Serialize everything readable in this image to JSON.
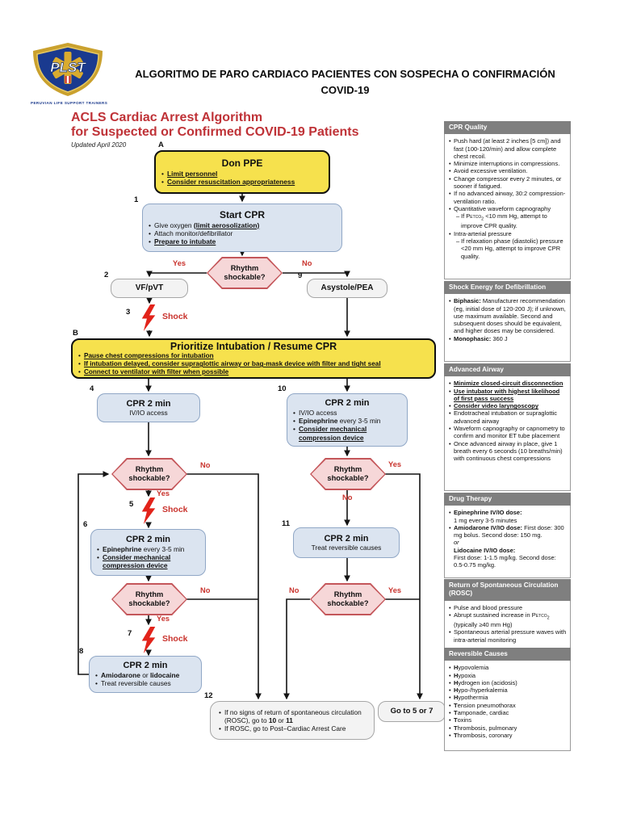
{
  "colors": {
    "accent_red": "#bf3237",
    "box_yellow": "#f6e14d",
    "box_blue": "#dbe4f0",
    "diamond_pink": "#f6d7d8",
    "sidebar_header_gray": "#7f7f7f",
    "logo_blue": "#1a3a8f",
    "logo_gold": "#caa12e"
  },
  "header": {
    "logo": {
      "text": "PLST",
      "subtitle": "PERUVIAN LIFE SUPPORT TRAINERS"
    },
    "title_line1": "ALGORITMO DE PARO CARDIACO PACIENTES CON SOSPECHA O CONFIRMACIÓN",
    "title_line2": "COVID-19"
  },
  "algorithm": {
    "title_line1": "ACLS Cardiac Arrest Algorithm",
    "title_line2": "for Suspected or Confirmed COVID-19 Patients",
    "updated": "Updated April 2020"
  },
  "flow": {
    "yes": "Yes",
    "no": "No",
    "shock": "Shock",
    "rhythm": {
      "line1": "Rhythm",
      "line2": "shockable?"
    },
    "don_ppe": {
      "label": "A",
      "title": "Don PPE",
      "bullets": [
        {
          "seg": [
            [
              "bu",
              "Limit personnel"
            ]
          ]
        },
        {
          "seg": [
            [
              "bu",
              "Consider resuscitation appropriateness"
            ]
          ]
        }
      ]
    },
    "start_cpr": {
      "label": "1",
      "title": "Start CPR",
      "bullets": [
        {
          "seg": [
            [
              "p",
              "Give oxygen "
            ],
            [
              "bu",
              "(limit aerosolization)"
            ]
          ]
        },
        {
          "seg": [
            [
              "p",
              "Attach monitor/defibrillator"
            ]
          ]
        },
        {
          "seg": [
            [
              "bu",
              "Prepare to intubate"
            ]
          ]
        }
      ]
    },
    "vf": {
      "label": "2",
      "title": "VF/pVT"
    },
    "asystole": {
      "label": "9",
      "title": "Asystole/PEA"
    },
    "shock3_label": "3",
    "shock5_label": "5",
    "shock7_label": "7",
    "box_b": {
      "label": "B",
      "title": "Prioritize Intubation / Resume CPR",
      "bullets": [
        {
          "seg": [
            [
              "bu",
              "Pause chest compressions for intubation"
            ]
          ]
        },
        {
          "seg": [
            [
              "bu",
              "If intubation delayed, consider supraglottic airway or bag-mask device with filter and tight seal"
            ]
          ]
        },
        {
          "seg": [
            [
              "bu",
              "Connect to ventilator with filter when possible"
            ]
          ]
        }
      ]
    },
    "box4": {
      "label": "4",
      "title": "CPR 2 min",
      "subtitle": "IV/IO access"
    },
    "box10": {
      "label": "10",
      "title": "CPR 2 min",
      "bullets": [
        {
          "seg": [
            [
              "p",
              "IV/IO access"
            ]
          ]
        },
        {
          "seg": [
            [
              "b",
              "Epinephrine"
            ],
            [
              "p",
              " every 3-5 min"
            ]
          ]
        },
        {
          "seg": [
            [
              "bu",
              "Consider mechanical compression device"
            ]
          ]
        }
      ]
    },
    "box6": {
      "label": "6",
      "title": "CPR 2 min",
      "bullets": [
        {
          "seg": [
            [
              "b",
              "Epinephrine"
            ],
            [
              "p",
              " every 3-5 min"
            ]
          ]
        },
        {
          "seg": [
            [
              "bu",
              "Consider mechanical compression device"
            ]
          ]
        }
      ]
    },
    "box11": {
      "label": "11",
      "title": "CPR 2 min",
      "subtitle": "Treat reversible causes"
    },
    "box8": {
      "label": "8",
      "title": "CPR 2 min",
      "bullets": [
        {
          "seg": [
            [
              "b",
              "Amiodarone"
            ],
            [
              "p",
              " or "
            ],
            [
              "b",
              "lidocaine"
            ]
          ]
        },
        {
          "seg": [
            [
              "p",
              "Treat reversible causes"
            ]
          ]
        }
      ]
    },
    "box12": {
      "label": "12",
      "bullets": [
        {
          "seg": [
            [
              "p",
              "If no signs of return of spontaneous circulation (ROSC), go to "
            ],
            [
              "b",
              "10"
            ],
            [
              "p",
              " or "
            ],
            [
              "b",
              "11"
            ]
          ]
        },
        {
          "seg": [
            [
              "p",
              "If ROSC, go to Post–Cardiac Arrest Care"
            ]
          ]
        }
      ]
    },
    "goto57": {
      "title": "Go to 5 or 7"
    }
  },
  "sidebar": {
    "sections": [
      {
        "title": "CPR Quality",
        "items": [
          {
            "seg": [
              [
                "p",
                "Push hard (at least 2 inches [5 cm]) and fast (100-120/min) and allow complete chest recoil."
              ]
            ]
          },
          {
            "seg": [
              [
                "p",
                "Minimize interruptions in compressions."
              ]
            ]
          },
          {
            "seg": [
              [
                "p",
                "Avoid excessive ventilation."
              ]
            ]
          },
          {
            "seg": [
              [
                "p",
                "Change compressor every 2 minutes, or sooner if fatigued."
              ]
            ]
          },
          {
            "seg": [
              [
                "p",
                "If no advanced airway, 30:2 compression-ventilation ratio."
              ]
            ]
          },
          {
            "seg": [
              [
                "p",
                "Quantitative waveform capnography"
              ]
            ]
          },
          {
            "m": "–",
            "ind": 1,
            "seg": [
              [
                "p",
                "If "
              ],
              [
                "sc",
                "Petco"
              ],
              [
                "sub",
                "2"
              ],
              [
                "p",
                " <10 mm Hg, attempt to improve CPR quality."
              ]
            ]
          },
          {
            "seg": [
              [
                "p",
                "Intra-arterial pressure"
              ]
            ]
          },
          {
            "m": "–",
            "ind": 1,
            "seg": [
              [
                "p",
                "If relaxation phase (diastolic) pressure <20 mm Hg, attempt to improve CPR quality."
              ]
            ]
          }
        ]
      },
      {
        "title": "Shock Energy for Defibrillation",
        "items": [
          {
            "seg": [
              [
                "b",
                "Biphasic:"
              ],
              [
                "p",
                " Manufacturer recommendation (eg, initial dose of 120-200 J); if unknown, use maximum available. Second and subsequent doses should be equivalent, and higher doses may be considered."
              ]
            ]
          },
          {
            "seg": [
              [
                "b",
                "Monophasic:"
              ],
              [
                "p",
                " 360 J"
              ]
            ]
          }
        ]
      },
      {
        "title": "Advanced Airway",
        "items": [
          {
            "seg": [
              [
                "bu",
                "Minimize closed-circuit disconnection"
              ]
            ]
          },
          {
            "seg": [
              [
                "bu",
                "Use intubator with highest likelihood of first pass success"
              ]
            ]
          },
          {
            "seg": [
              [
                "bu",
                "Consider video laryngoscopy"
              ]
            ]
          },
          {
            "seg": [
              [
                "p",
                "Endotracheal intubation or supraglottic advanced airway"
              ]
            ]
          },
          {
            "seg": [
              [
                "p",
                "Waveform capnography or capnometry to confirm and monitor ET tube placement"
              ]
            ]
          },
          {
            "seg": [
              [
                "p",
                "Once advanced airway in place, give 1 breath every 6 seconds (10 breaths/min) with continuous chest compressions"
              ]
            ]
          }
        ]
      },
      {
        "title": "Drug Therapy",
        "items": [
          {
            "seg": [
              [
                "b",
                "Epinephrine IV/IO dose:"
              ],
              [
                "br",
                ""
              ],
              [
                "p",
                "1 mg every 3-5 minutes"
              ]
            ]
          },
          {
            "seg": [
              [
                "b",
                "Amiodarone IV/IO dose:"
              ],
              [
                "p",
                " First dose: 300 mg bolus. Second dose: 150 mg."
              ],
              [
                "br",
                ""
              ],
              [
                "i",
                "or"
              ],
              [
                "br",
                ""
              ],
              [
                "b",
                "Lidocaine IV/IO dose:"
              ],
              [
                "br",
                ""
              ],
              [
                "p",
                "First dose: 1-1.5 mg/kg. Second dose: 0.5-0.75 mg/kg."
              ]
            ]
          }
        ]
      },
      {
        "title": "Return of Spontaneous Circulation (ROSC)",
        "items": [
          {
            "seg": [
              [
                "p",
                "Pulse and blood pressure"
              ]
            ]
          },
          {
            "seg": [
              [
                "p",
                "Abrupt sustained increase in "
              ],
              [
                "sc",
                "Petco"
              ],
              [
                "sub",
                "2"
              ],
              [
                "p",
                " (typically ≥40 mm Hg)"
              ]
            ]
          },
          {
            "seg": [
              [
                "p",
                "Spontaneous arterial pressure waves with intra-arterial monitoring"
              ]
            ]
          }
        ]
      },
      {
        "title": "Reversible Causes",
        "items": [
          {
            "seg": [
              [
                "b",
                "H"
              ],
              [
                "p",
                "ypovolemia"
              ]
            ]
          },
          {
            "seg": [
              [
                "b",
                "H"
              ],
              [
                "p",
                "ypoxia"
              ]
            ]
          },
          {
            "seg": [
              [
                "b",
                "H"
              ],
              [
                "p",
                "ydrogen ion (acidosis)"
              ]
            ]
          },
          {
            "seg": [
              [
                "b",
                "H"
              ],
              [
                "p",
                "ypo-/hyperkalemia"
              ]
            ]
          },
          {
            "seg": [
              [
                "b",
                "H"
              ],
              [
                "p",
                "ypothermia"
              ]
            ]
          },
          {
            "seg": [
              [
                "b",
                "T"
              ],
              [
                "p",
                "ension pneumothorax"
              ]
            ]
          },
          {
            "seg": [
              [
                "b",
                "T"
              ],
              [
                "p",
                "amponade, cardiac"
              ]
            ]
          },
          {
            "seg": [
              [
                "b",
                "T"
              ],
              [
                "p",
                "oxins"
              ]
            ]
          },
          {
            "seg": [
              [
                "b",
                "T"
              ],
              [
                "p",
                "hrombosis, pulmonary"
              ]
            ]
          },
          {
            "seg": [
              [
                "b",
                "T"
              ],
              [
                "p",
                "hrombosis, coronary"
              ]
            ]
          }
        ]
      }
    ]
  }
}
